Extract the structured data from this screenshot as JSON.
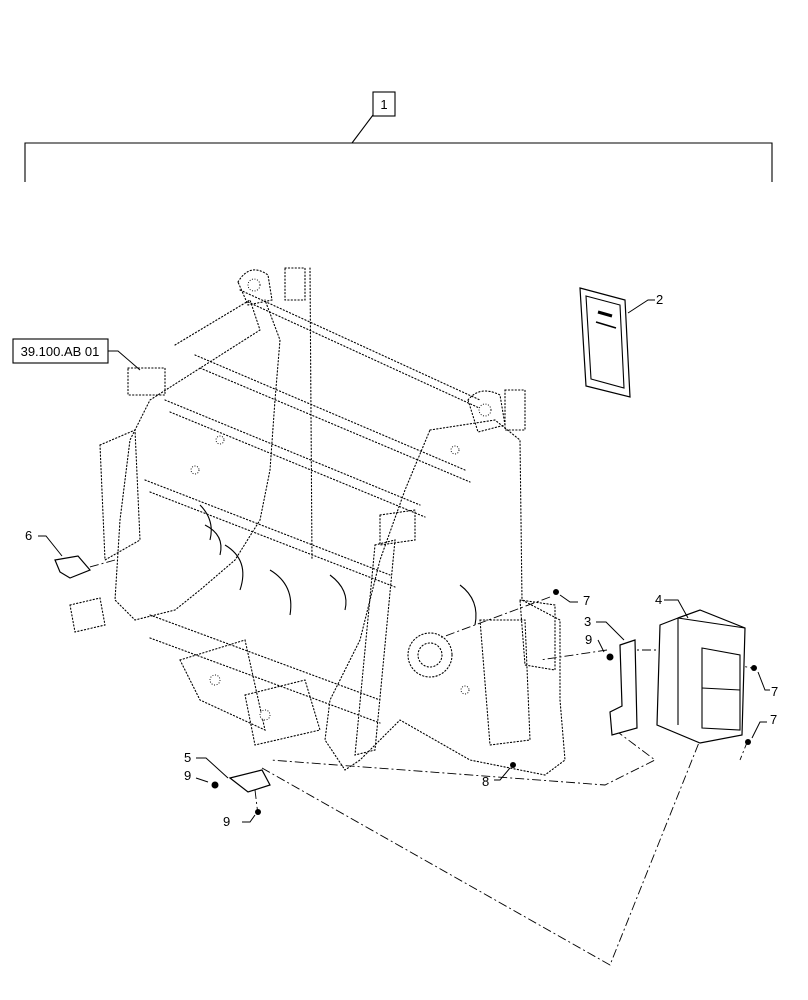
{
  "assembly_callout": "1",
  "reference_callout": "39.100.AB 01",
  "part_callouts": {
    "manual": "2",
    "bracket": "3",
    "canister": "4",
    "clip": "5",
    "hook": "6",
    "screw_upper": "7",
    "screw_right": "7",
    "screw_lower_right": "7",
    "bolt": "8",
    "nut_bracket": "9",
    "nut_clip_left": "9",
    "nut_clip_lower": "9"
  }
}
